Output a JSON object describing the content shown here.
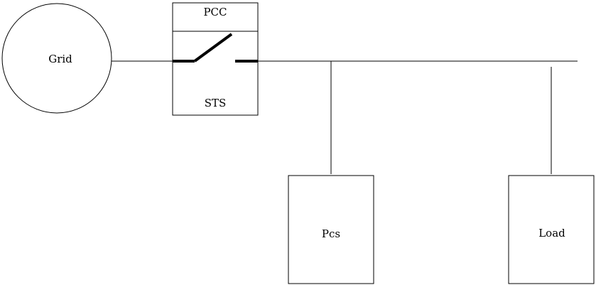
{
  "diagram": {
    "grid_label": "Grid",
    "pcc_label": "PCC",
    "sts_label": "STS",
    "pcs_label": "Pcs",
    "load_label": "Load"
  },
  "colors": {
    "line": "#000000",
    "background": "#ffffff"
  }
}
